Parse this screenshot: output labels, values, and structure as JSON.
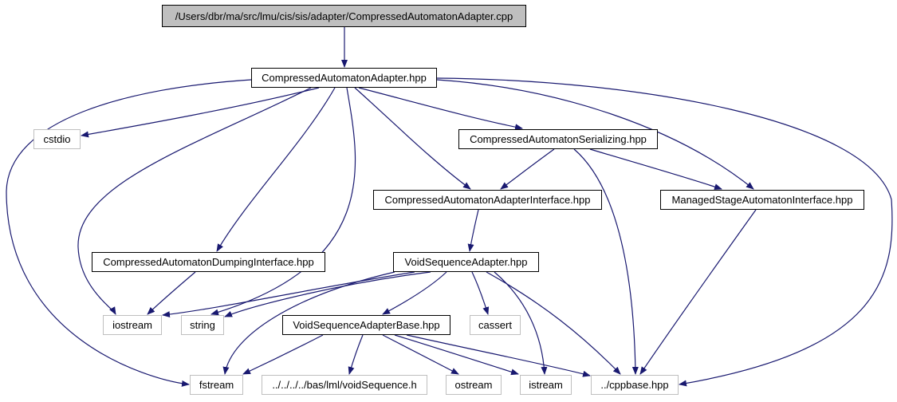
{
  "colors": {
    "edge": "#191970",
    "root_fill": "#bfbfbf",
    "external_border": "#bfbfbf",
    "internal_border": "#000000"
  },
  "nodes": {
    "root": {
      "label": "/Users/dbr/ma/src/lmu/cis/sis/adapter/CompressedAutomatonAdapter.cpp",
      "kind": "root"
    },
    "adapter_hpp": {
      "label": "CompressedAutomatonAdapter.hpp",
      "kind": "internal"
    },
    "cstdio": {
      "label": "cstdio",
      "kind": "external"
    },
    "serializing": {
      "label": "CompressedAutomatonSerializing.hpp",
      "kind": "internal"
    },
    "adapter_iface": {
      "label": "CompressedAutomatonAdapterInterface.hpp",
      "kind": "internal"
    },
    "managed_stage": {
      "label": "ManagedStageAutomatonInterface.hpp",
      "kind": "internal"
    },
    "dumping_iface": {
      "label": "CompressedAutomatonDumpingInterface.hpp",
      "kind": "internal"
    },
    "void_seq_adapter": {
      "label": "VoidSequenceAdapter.hpp",
      "kind": "internal"
    },
    "iostream": {
      "label": "iostream",
      "kind": "external"
    },
    "string": {
      "label": "string",
      "kind": "external"
    },
    "void_seq_base": {
      "label": "VoidSequenceAdapterBase.hpp",
      "kind": "internal"
    },
    "cassert": {
      "label": "cassert",
      "kind": "external"
    },
    "fstream": {
      "label": "fstream",
      "kind": "external"
    },
    "void_sequence_h": {
      "label": "../../../../bas/lml/voidSequence.h",
      "kind": "external"
    },
    "ostream": {
      "label": "ostream",
      "kind": "external"
    },
    "istream": {
      "label": "istream",
      "kind": "external"
    },
    "cppbase": {
      "label": "../cppbase.hpp",
      "kind": "external"
    }
  },
  "edges": [
    [
      "root",
      "adapter_hpp"
    ],
    [
      "adapter_hpp",
      "cstdio"
    ],
    [
      "adapter_hpp",
      "serializing"
    ],
    [
      "adapter_hpp",
      "adapter_iface"
    ],
    [
      "adapter_hpp",
      "managed_stage"
    ],
    [
      "adapter_hpp",
      "dumping_iface"
    ],
    [
      "adapter_hpp",
      "iostream"
    ],
    [
      "adapter_hpp",
      "string"
    ],
    [
      "adapter_hpp",
      "fstream"
    ],
    [
      "adapter_hpp",
      "cppbase"
    ],
    [
      "serializing",
      "adapter_iface"
    ],
    [
      "serializing",
      "managed_stage"
    ],
    [
      "serializing",
      "cppbase"
    ],
    [
      "adapter_iface",
      "void_seq_adapter"
    ],
    [
      "managed_stage",
      "cppbase"
    ],
    [
      "dumping_iface",
      "iostream"
    ],
    [
      "void_seq_adapter",
      "iostream"
    ],
    [
      "void_seq_adapter",
      "string"
    ],
    [
      "void_seq_adapter",
      "void_seq_base"
    ],
    [
      "void_seq_adapter",
      "cassert"
    ],
    [
      "void_seq_adapter",
      "fstream"
    ],
    [
      "void_seq_adapter",
      "istream"
    ],
    [
      "void_seq_adapter",
      "cppbase"
    ],
    [
      "void_seq_base",
      "fstream"
    ],
    [
      "void_seq_base",
      "void_sequence_h"
    ],
    [
      "void_seq_base",
      "ostream"
    ],
    [
      "void_seq_base",
      "istream"
    ],
    [
      "void_seq_base",
      "cppbase"
    ]
  ]
}
